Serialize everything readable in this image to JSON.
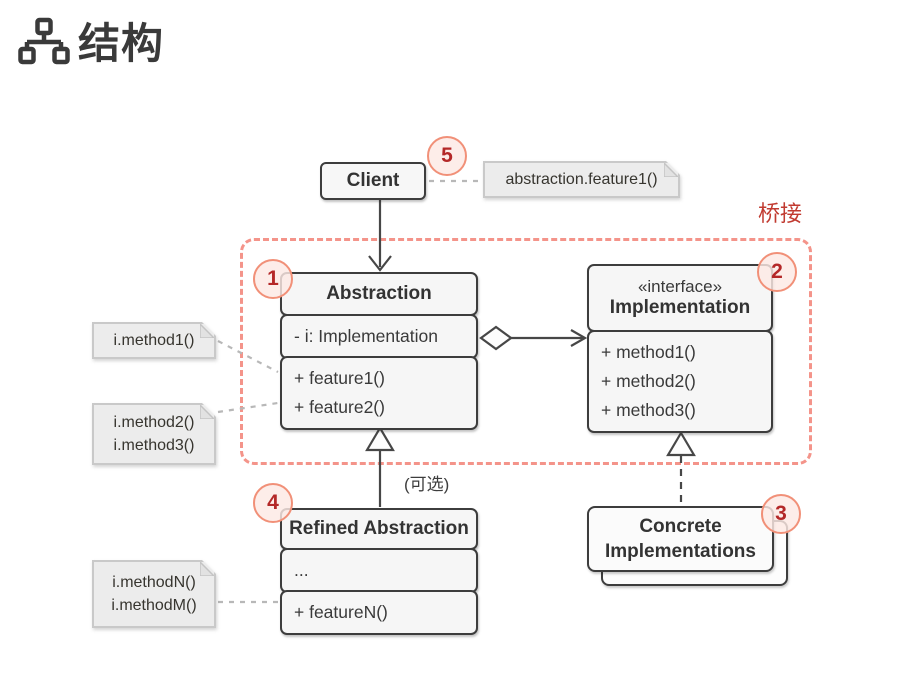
{
  "page": {
    "title": "结构"
  },
  "diagram": {
    "pattern_label": "桥接",
    "optional_label": "(可选)",
    "badges": [
      "1",
      "2",
      "3",
      "4",
      "5"
    ],
    "client": {
      "name": "Client"
    },
    "abstraction": {
      "name": "Abstraction",
      "attributes": [
        "- i: Implementation"
      ],
      "methods": [
        "+ feature1()",
        "+ feature2()"
      ]
    },
    "implementation": {
      "stereotype": "«interface»",
      "name": "Implementation",
      "methods": [
        "+ method1()",
        "+ method2()",
        "+ method3()"
      ]
    },
    "refined_abstraction": {
      "name": "Refined Abstraction",
      "attributes": [
        "..."
      ],
      "methods": [
        "+ featureN()"
      ]
    },
    "concrete_implementations": {
      "name_lines": [
        "Concrete",
        "Implementations"
      ]
    },
    "notes": {
      "client_note": [
        "abstraction.feature1()"
      ],
      "abstraction_feature1_note": [
        "i.method1()"
      ],
      "abstraction_feature2_note": [
        "i.method2()",
        "i.method3()"
      ],
      "refined_featureN_note": [
        "i.methodN()",
        "i.methodM()"
      ]
    },
    "colors": {
      "accent_red": "#c13a30",
      "badge_number_red": "#b42828",
      "badge_border": "#f19078",
      "boundary_dash": "#f4948a",
      "stroke_dark": "#3d3d3d",
      "box_fill": "#f6f6f6",
      "note_fill": "#ececec"
    }
  }
}
